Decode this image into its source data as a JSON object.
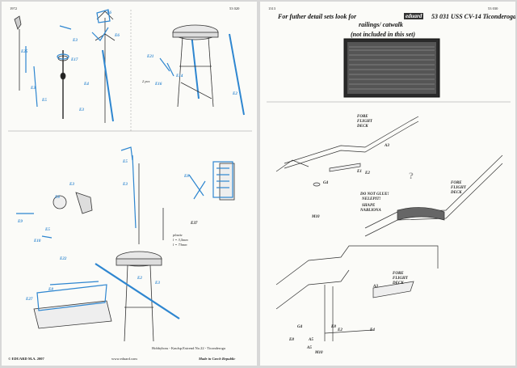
{
  "left_page": {
    "header_left": "1972",
    "header_right": "53 020",
    "part_labels": [
      "E25",
      "E3",
      "E5",
      "E3",
      "E6",
      "E17",
      "E4",
      "E6",
      "E3",
      "E21",
      "E14",
      "E2",
      "E16",
      "E5",
      "E3",
      "E8",
      "E9",
      "E5",
      "E10",
      "E3",
      "E8",
      "E37",
      "E22",
      "E8",
      "E2",
      "E27",
      "E3"
    ],
    "pcs_note": "2 pcs",
    "plastic_note": "plastic",
    "plastic_dims": [
      "l = 3,5mm",
      "l = 73mm"
    ],
    "reference_note": "Hobbyboss - Kaufsp.Extrend No.22 - Ticonderoga",
    "footer_left": "© EDUARD M.A. 2007",
    "footer_center": "www.eduard.com",
    "footer_right": "Made in Czech Republic"
  },
  "right_page": {
    "header_left": "1313",
    "header_right": "53 030",
    "title_line1_prefix": "For futher detail sets look for",
    "title_line1_logo": "eduard",
    "title_line1_suffix": "53 031 USS CV-14 Ticonderoga",
    "title_line2": "railings/ catwalk",
    "title_line3": "(not included in this set)",
    "callouts": [
      "FORE FLIGHT DECK",
      "FORE FLIGHT DECK",
      "FORE FLIGHT DECK"
    ],
    "warning_line1": "DO NOT GLUE!",
    "warning_line2": "NELEPIT!",
    "warning_line3": "SHAPE",
    "warning_line4": "NABLIONA",
    "question_mark": "?",
    "part_labels": [
      "A3",
      "E1",
      "E2",
      "G4",
      "M10",
      "A3",
      "E8",
      "E2",
      "A5",
      "G4",
      "A5",
      "M10",
      "E4",
      "E8"
    ]
  }
}
